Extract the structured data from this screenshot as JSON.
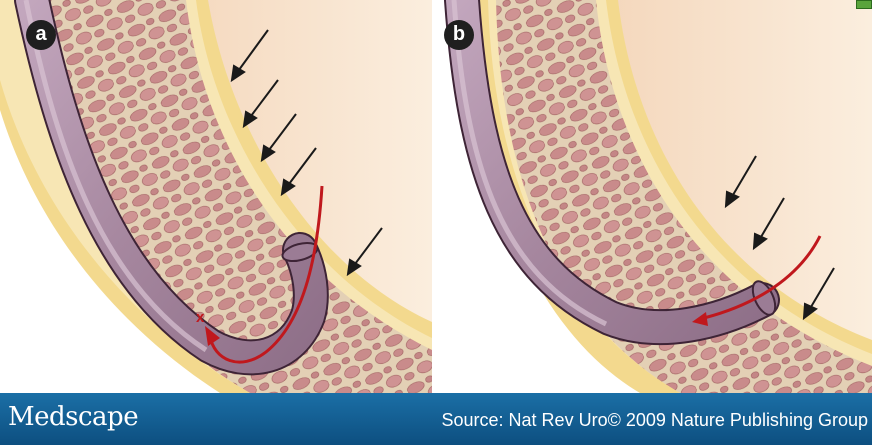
{
  "panels": [
    {
      "label": "a",
      "marker_text": "x"
    },
    {
      "label": "b"
    }
  ],
  "banner": {
    "brand": "Medscape",
    "source": "Source: Nat Rev Uro© 2009 Nature Publishing Group"
  },
  "colors": {
    "lumen": "#f7dcc4",
    "wall_band": "#f3d98e",
    "tissue": "#e2cfb4",
    "muscle_bundle": "#cc8f8f",
    "catheter": "#a889a3",
    "flow_arrow": "#c0181d",
    "banner": "#135f95"
  },
  "icons": {
    "pressure_arrows": "arrow-icon",
    "flow_path": "curved-arrow-icon"
  }
}
